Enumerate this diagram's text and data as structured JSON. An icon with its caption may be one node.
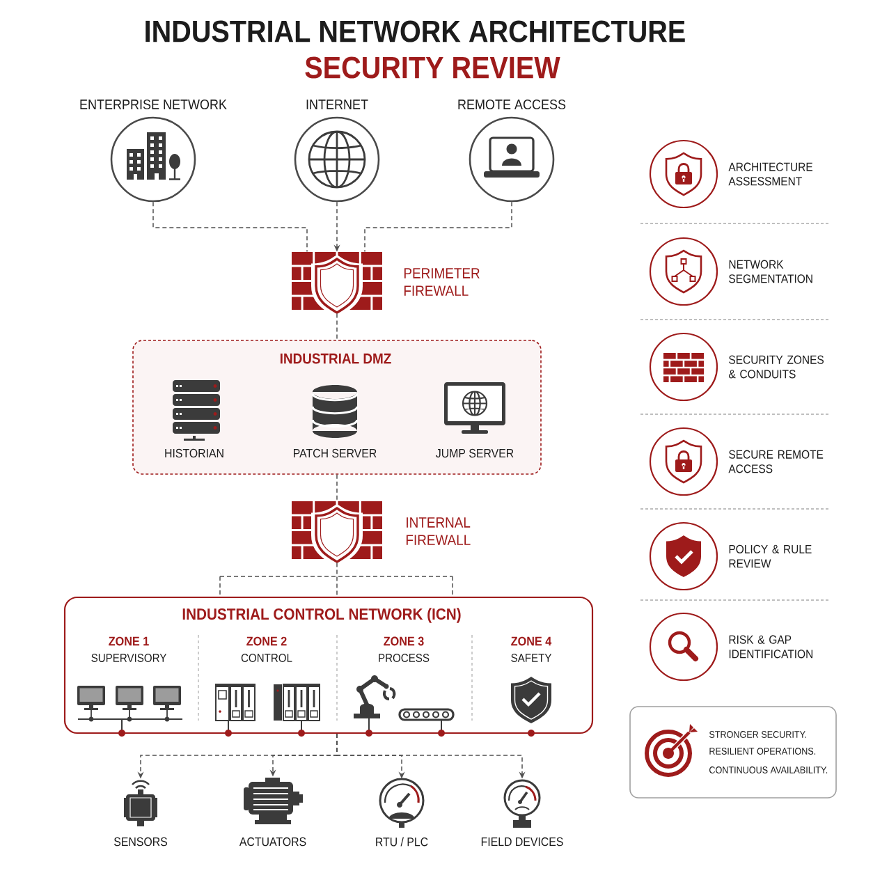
{
  "diagram": {
    "title": "INDUSTRIAL NETWORK ARCHITECTURE",
    "nodes": [
      {
        "text": [
          "ENTERPRISE NETWORK"
        ]
      },
      {
        "text": [
          "INTERNET"
        ]
      },
      {
        "text": [
          "REMOTE ACCESS"
        ]
      },
      {
        "text": [
          "PERIMETER FIREWALL"
        ]
      },
      {
        "text": [
          "INDUSTRIAL DMZ"
        ]
      },
      {
        "text": [
          "HISTORIAN"
        ],
        "in": 4
      },
      {
        "text": [
          "PATCH SERVER"
        ],
        "in": 4
      },
      {
        "text": [
          "JUMP SERVER"
        ],
        "in": 4
      },
      {
        "text": [
          "INTERNAL FIREWALL"
        ]
      },
      {
        "text": [
          "INDUSTRIAL CONTROL NETWORK (ICN)"
        ]
      },
      {
        "text": [
          "ZONE 1",
          "SUPERVISORY"
        ],
        "in": 9
      },
      {
        "text": [
          "ZONE 2",
          "CONTROL"
        ],
        "in": 9
      },
      {
        "text": [
          "ZONE 3",
          "PROCESS"
        ],
        "in": 9
      },
      {
        "text": [
          "ZONE 4",
          "SAFETY"
        ],
        "in": 9
      },
      {
        "text": [
          "SENSORS"
        ]
      },
      {
        "text": [
          "ACTUATORS"
        ]
      },
      {
        "text": [
          "RTU / PLC"
        ]
      },
      {
        "text": [
          "FIELD DEVICES"
        ]
      },
      {
        "text": [
          "ARCHITECTURE ASSESSMENT"
        ]
      },
      {
        "text": [
          "NETWORK SEGMENTATION"
        ]
      },
      {
        "text": [
          "SECURITY ZONES & CONDUITS"
        ]
      },
      {
        "text": [
          "SECURE REMOTE ACCESS"
        ]
      },
      {
        "text": [
          "POLICY & RULE REVIEW"
        ]
      },
      {
        "text": [
          "RISK & GAP IDENTIFICATION"
        ]
      },
      {
        "text": [
          "STRONGER SECURITY.",
          "RESILIENT OPERATIONS.",
          "CONTINUOUS AVAILABILITY."
        ]
      }
    ],
    "edges": [
      {
        "from": 0,
        "to": 3,
        "arrow": "none",
        "style": "dashed"
      },
      {
        "from": 1,
        "to": 3,
        "arrow": "to",
        "style": "dashed"
      },
      {
        "from": 2,
        "to": 3,
        "arrow": "none",
        "style": "dashed"
      },
      {
        "from": 3,
        "to": 4,
        "arrow": "none",
        "style": "dashed"
      },
      {
        "from": 4,
        "to": 8,
        "arrow": "none",
        "style": "dashed"
      },
      {
        "from": 8,
        "to": 9,
        "arrow": "none",
        "style": "dashed"
      },
      {
        "from": 9,
        "to": 14,
        "arrow": "to",
        "style": "dashed"
      },
      {
        "from": 9,
        "to": 15,
        "arrow": "to",
        "style": "dashed"
      },
      {
        "from": 9,
        "to": 16,
        "arrow": "to",
        "style": "dashed"
      },
      {
        "from": 9,
        "to": 17,
        "arrow": "to",
        "style": "dashed"
      }
    ],
    "labels": [
      "SECURITY REVIEW"
    ]
  }
}
